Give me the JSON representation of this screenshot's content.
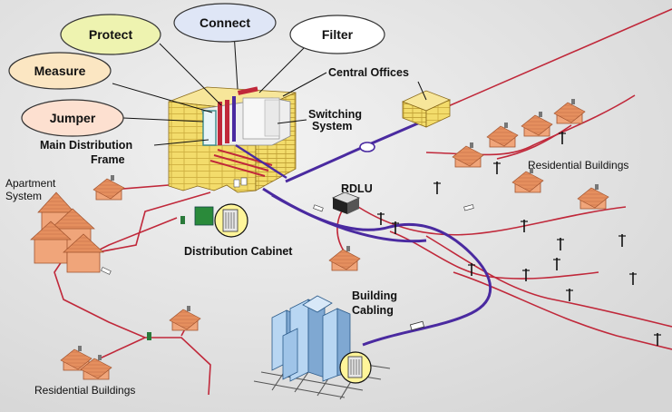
{
  "bubbles": {
    "protect": "Protect",
    "connect": "Connect",
    "filter": "Filter",
    "measure": "Measure",
    "jumper": "Jumper"
  },
  "labels": {
    "central_offices": "Central Offices",
    "switching_system_line1": "Switching",
    "switching_system_line2": "System",
    "mdf_line1": "Main Distribution",
    "mdf_line2": "Frame",
    "apartment_line1": "Apartment",
    "apartment_line2": "System",
    "rdlu": "RDLU",
    "distribution_cabinet": "Distribution Cabinet",
    "building_cabling_line1": "Building",
    "building_cabling_line2": "Cabling",
    "residential_right": "Residential Buildings",
    "residential_bottom": "Residential Buildings"
  },
  "colors": {
    "background": "#e6e6e6",
    "copper_line": "#c0283a",
    "fiber_line": "#4a2aa0",
    "building_yellow": "#f3dc6b",
    "house_orange": "#f0a57a",
    "protect_bubble": "#eef3b0",
    "connect_bubble": "#dfe6f6",
    "filter_bubble": "#ffffff",
    "measure_bubble": "#fbe6c2",
    "jumper_bubble": "#fde0d0",
    "highrise_blue": "#9fc4e8"
  }
}
